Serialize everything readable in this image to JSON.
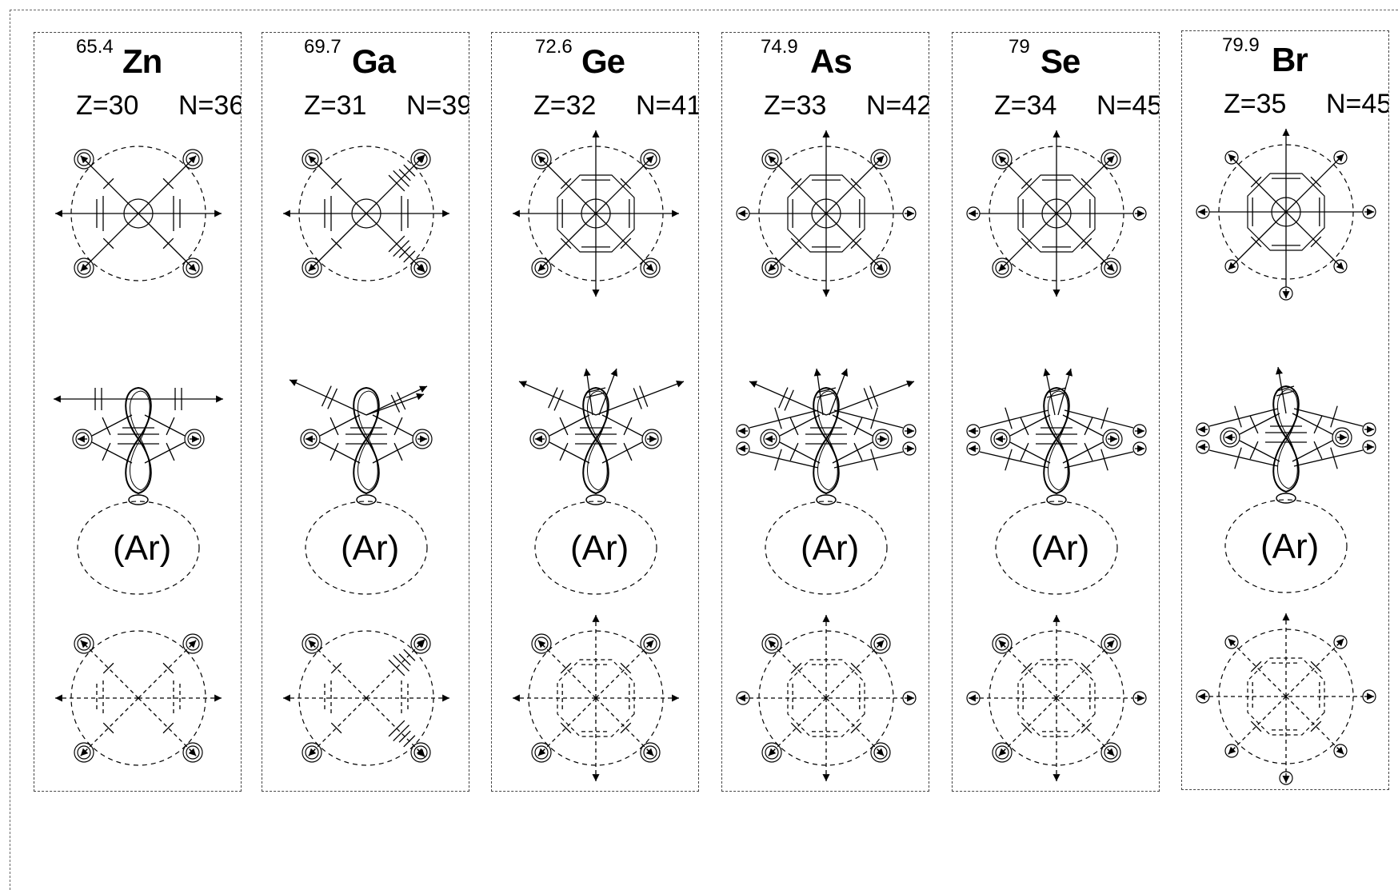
{
  "elements": [
    {
      "mass": "65.4",
      "symbol": "Zn",
      "z": "Z=30",
      "n": "N=36",
      "core": "(Ar)",
      "top_outer": "ring4",
      "top_axis": "h",
      "top_inner": "zn",
      "mid_side": "ring",
      "mid_extra": "zn",
      "bot_outer": "ring4",
      "bot_axis": "h",
      "bot_inner": "zn"
    },
    {
      "mass": "69.7",
      "symbol": "Ga",
      "z": "Z=31",
      "n": "N=39",
      "core": "(Ar)",
      "top_outer": "ring4",
      "top_axis": "h",
      "top_inner": "ga",
      "mid_side": "ring",
      "mid_extra": "ga",
      "bot_outer": "ring4",
      "bot_axis": "h",
      "bot_inner": "ga"
    },
    {
      "mass": "72.6",
      "symbol": "Ge",
      "z": "Z=32",
      "n": "N=41",
      "core": "(Ar)",
      "top_outer": "ring4",
      "top_axis": "hv",
      "top_inner": "oct",
      "mid_side": "ring",
      "mid_extra": "ge",
      "bot_outer": "ring4",
      "bot_axis": "hv",
      "bot_inner": "oct"
    },
    {
      "mass": "74.9",
      "symbol": "As",
      "z": "Z=33",
      "n": "N=42",
      "core": "(Ar)",
      "top_outer": "ring4h",
      "top_axis": "hv",
      "top_inner": "oct",
      "mid_side": "double",
      "mid_extra": "as",
      "bot_outer": "ring4h",
      "bot_axis": "hv",
      "bot_inner": "oct"
    },
    {
      "mass": "79",
      "symbol": "Se",
      "z": "Z=34",
      "n": "N=45",
      "core": "(Ar)",
      "top_outer": "ring4h",
      "top_axis": "hv",
      "top_inner": "oct",
      "mid_side": "double",
      "mid_extra": "se",
      "bot_outer": "ring4h",
      "bot_axis": "hv",
      "bot_inner": "oct"
    },
    {
      "mass": "79.9",
      "symbol": "Br",
      "z": "Z=35",
      "n": "N=45",
      "core": "(Ar)",
      "top_outer": "br",
      "top_axis": "hv",
      "top_inner": "oct",
      "mid_side": "double",
      "mid_extra": "br",
      "bot_outer": "br",
      "bot_axis": "hv",
      "bot_inner": "oct"
    }
  ]
}
